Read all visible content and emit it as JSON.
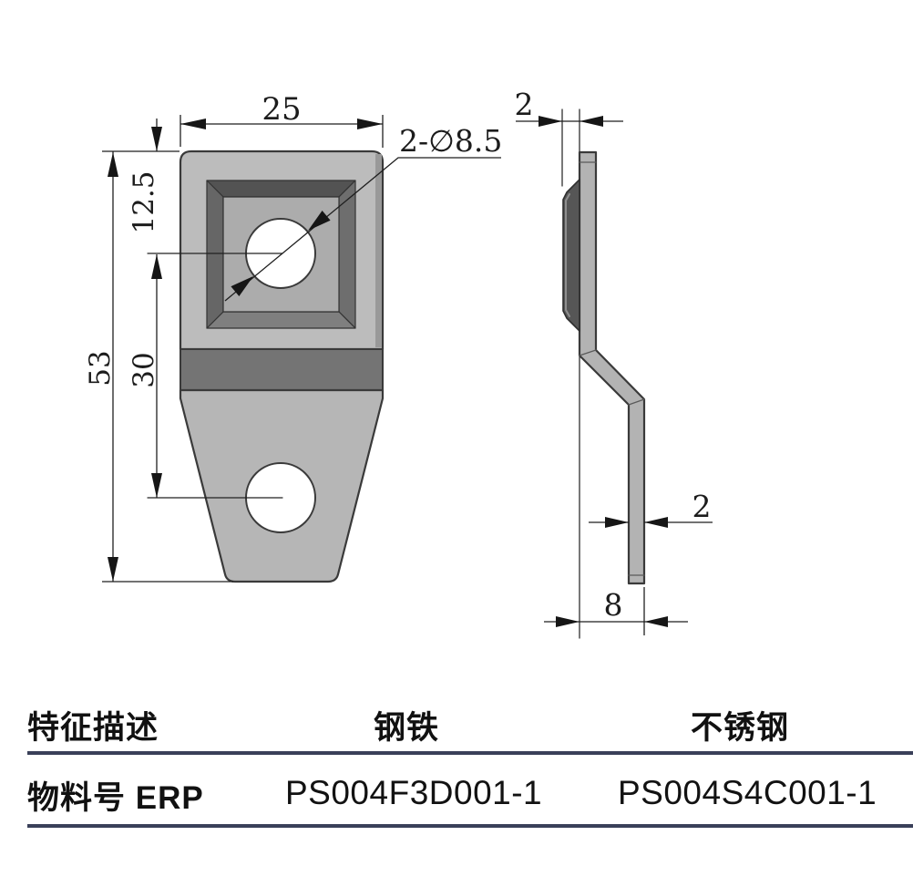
{
  "drawing": {
    "dims": {
      "width": "25",
      "hole_note": "2-∅8.5",
      "hole_offset": "12.5",
      "hole_spacing": "30",
      "height": "53",
      "boss_height": "2",
      "thickness": "2",
      "bend_offset": "8"
    }
  },
  "table": {
    "headers": {
      "feature": "特征描述",
      "steel": "钢铁",
      "stainless": "不锈钢"
    },
    "row": {
      "label": "物料号 ERP",
      "steel_pn": "PS004F3D001-1",
      "stainless_pn": "PS004S4C001-1"
    }
  },
  "colors": {
    "table_line": "#3a4059",
    "part_light": "#bcbcbc",
    "part_band": "#747474",
    "boss_dark": "#565656",
    "dim_line": "#1f1f1f"
  }
}
